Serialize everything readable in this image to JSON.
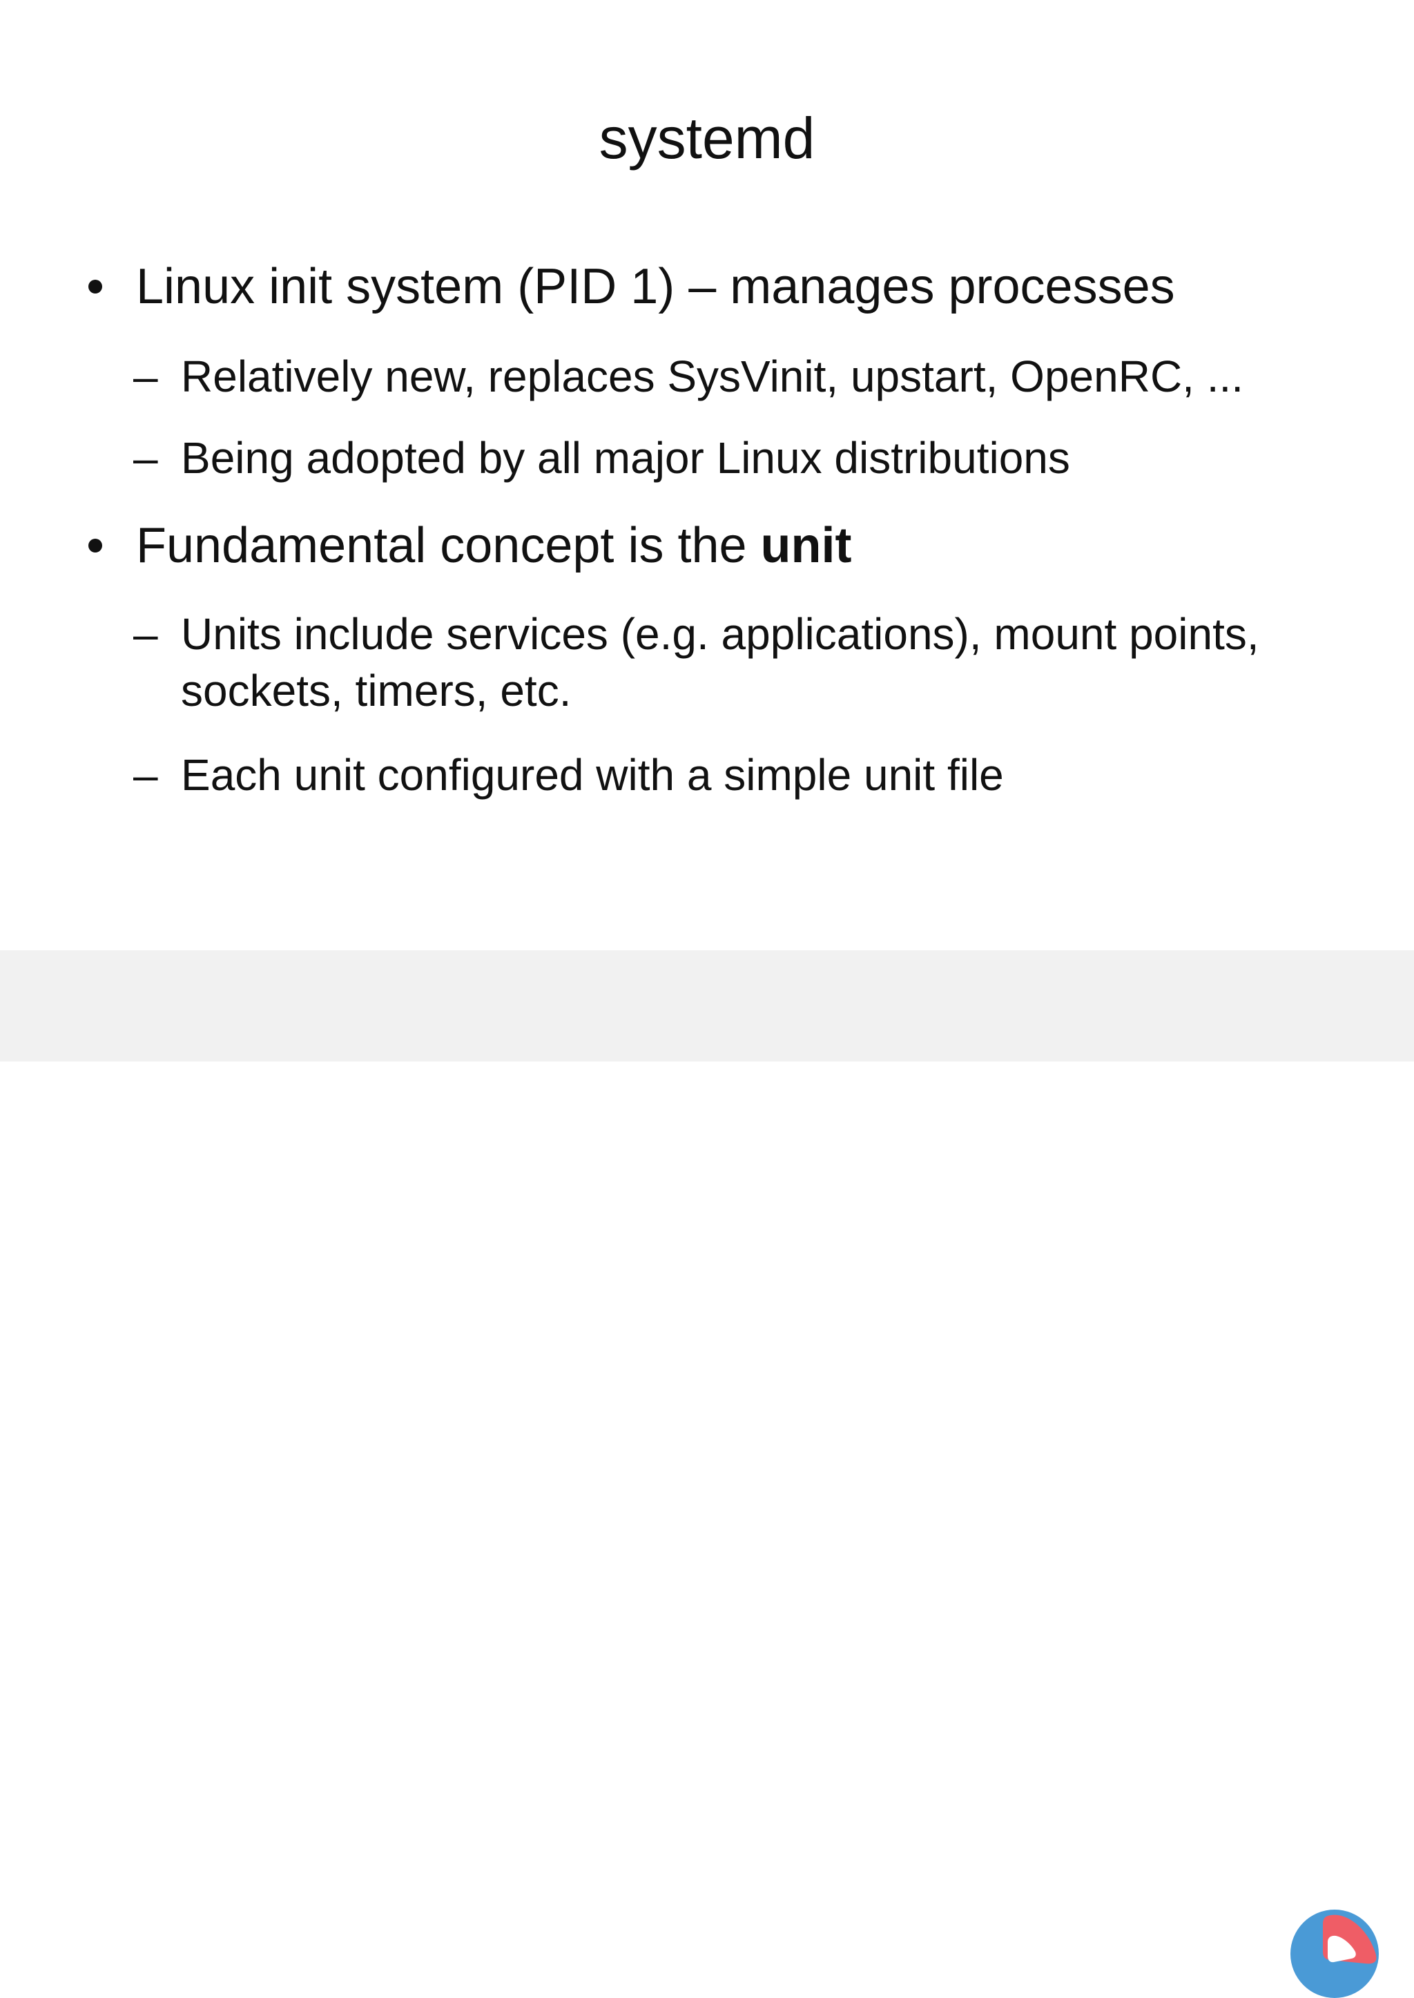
{
  "slide": {
    "title": "systemd",
    "markers": {
      "level1": "•",
      "level2": "–"
    },
    "bullets": [
      {
        "level": 1,
        "text": "Linux init system (PID 1) – manages processes"
      },
      {
        "level": 2,
        "text": "Relatively new, replaces SysVinit, upstart, OpenRC, ..."
      },
      {
        "level": 2,
        "text": "Being adopted by all major Linux distributions"
      },
      {
        "level": 1,
        "text": "Fundamental concept is the ",
        "bold_text": "unit"
      },
      {
        "level": 2,
        "text": "Units include services (e.g. applications), mount points, sockets, timers, etc."
      },
      {
        "level": 2,
        "text": "Each unit configured with a simple unit file"
      }
    ],
    "footer": {
      "logo": "coreos-logo"
    },
    "colors": {
      "text": "#111111",
      "background": "#ffffff",
      "footer_bg": "#f1f1f1",
      "logo_blue": "#4a9ad6",
      "logo_red": "#ef5d66",
      "logo_white": "#ffffff"
    }
  }
}
